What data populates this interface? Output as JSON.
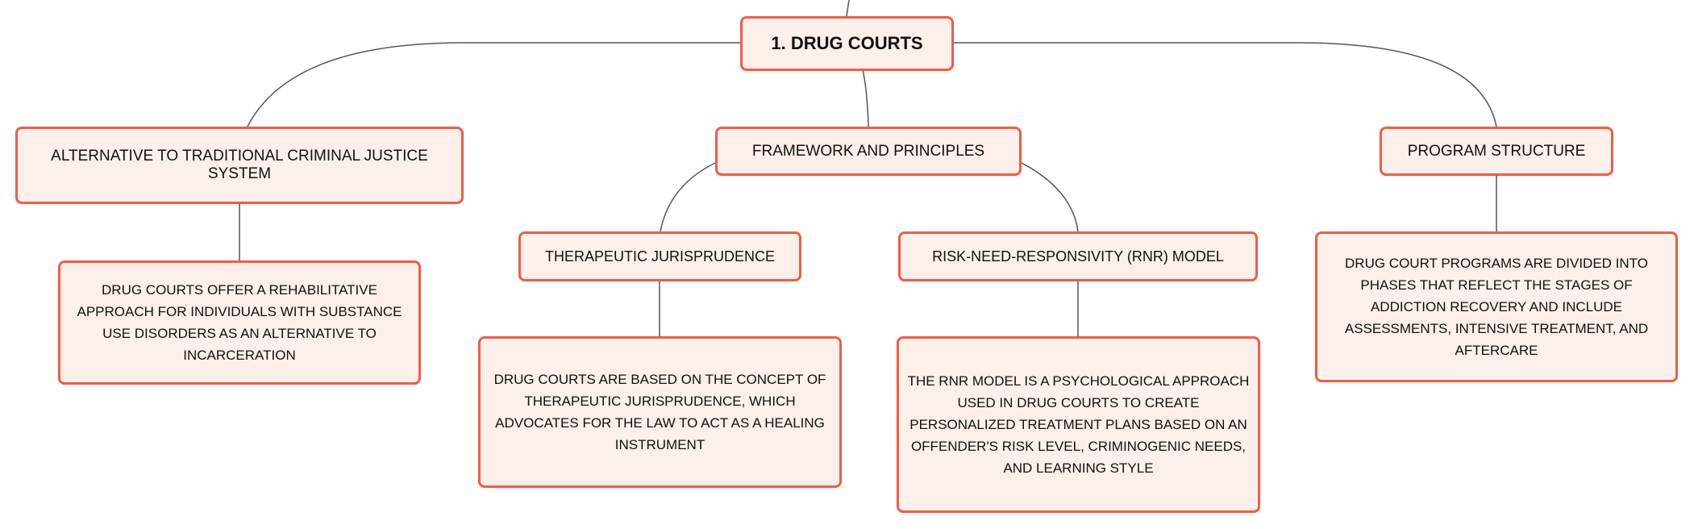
{
  "root": {
    "label": "1. DRUG COURTS"
  },
  "topics": {
    "alternative": "ALTERNATIVE TO TRADITIONAL CRIMINAL JUSTICE SYSTEM",
    "framework": "FRAMEWORK AND PRINCIPLES",
    "program": "PROGRAM STRUCTURE"
  },
  "subtopics": {
    "therapeutic": "THERAPEUTIC JURISPRUDENCE",
    "rnr": "RISK-NEED-RESPONSIVITY (RNR) MODEL"
  },
  "details": {
    "alternative": "DRUG COURTS OFFER A REHABILITATIVE APPROACH FOR INDIVIDUALS WITH SUBSTANCE USE DISORDERS AS AN ALTERNATIVE TO INCARCERATION",
    "therapeutic": "DRUG COURTS ARE BASED ON THE CONCEPT OF THERAPEUTIC JURISPRUDENCE, WHICH ADVOCATES FOR THE LAW TO ACT AS A HEALING INSTRUMENT",
    "rnr": "THE RNR MODEL IS A PSYCHOLOGICAL APPROACH USED IN DRUG COURTS TO CREATE PERSONALIZED TREATMENT PLANS BASED ON AN OFFENDER'S RISK LEVEL, CRIMINOGENIC NEEDS, AND LEARNING STYLE",
    "program": "DRUG COURT PROGRAMS ARE DIVIDED INTO PHASES THAT REFLECT THE STAGES OF ADDICTION RECOVERY AND INCLUDE ASSESSMENTS, INTENSIVE TREATMENT, AND AFTERCARE"
  },
  "colors": {
    "border": "#e8604b",
    "fill": "#fdefe9",
    "line": "#555555"
  }
}
